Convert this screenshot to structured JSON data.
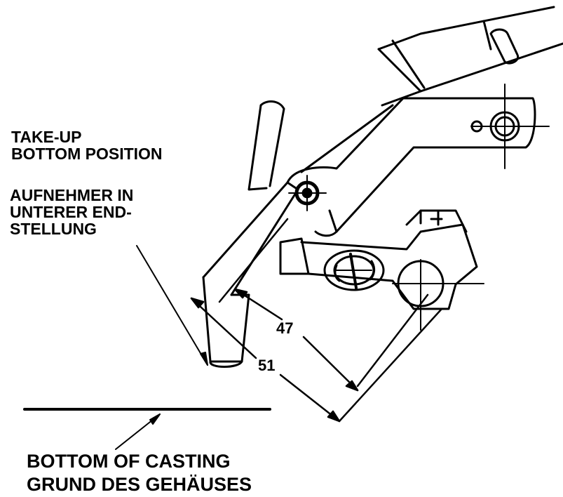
{
  "labels": {
    "takeup_line1": "TAKE-UP",
    "takeup_line2": "BOTTOM POSITION",
    "aufnehmer_line1": "AUFNEHMER IN",
    "aufnehmer_line2": "UNTERER END-",
    "aufnehmer_line3": "STELLUNG",
    "casting_line1": "BOTTOM OF CASTING",
    "casting_line2": "GRUND DES GEHÄUSES"
  },
  "dimensions": {
    "inner": "47",
    "outer": "51"
  }
}
